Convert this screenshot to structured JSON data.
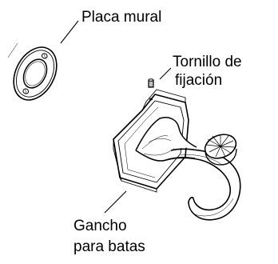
{
  "labels": {
    "wall_plate": "Placa mural",
    "set_screw_line1": "Tornillo de",
    "set_screw_line2": "fijación",
    "robe_hook_line1": "Gancho",
    "robe_hook_line2": "para batas"
  }
}
